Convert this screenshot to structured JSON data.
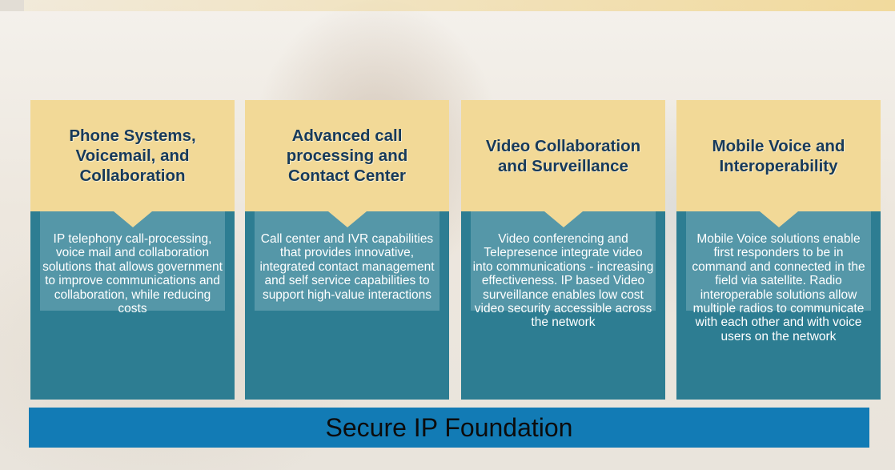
{
  "columns": [
    {
      "title": "Phone Systems, Voicemail, and Collaboration",
      "description": "IP telephony call-processing, voice mail and collaboration solutions that allows government to improve communications and collaboration, while reducing costs"
    },
    {
      "title": "Advanced call processing and Contact Center",
      "description": "Call center and IVR capabilities that provides innovative, integrated contact management and self service capabilities to support  high-value interactions"
    },
    {
      "title": "Video Collaboration and Surveillance",
      "description": "Video conferencing and Telepresence integrate video into communications - increasing effectiveness. IP based Video surveillance enables low cost video security accessible across the network"
    },
    {
      "title": "Mobile Voice and Interoperability",
      "description": "Mobile Voice solutions enable first responders to be in command and connected in the field via satellite. Radio interoperable solutions allow multiple radios to communicate with each other and with voice users on the network"
    }
  ],
  "foundation": {
    "label": "Secure IP Foundation"
  },
  "colors": {
    "header_fill": "#f2d997",
    "header_text": "#173a5a",
    "body_fill": "#2d7d92",
    "foundation_fill": "#127bb5"
  }
}
